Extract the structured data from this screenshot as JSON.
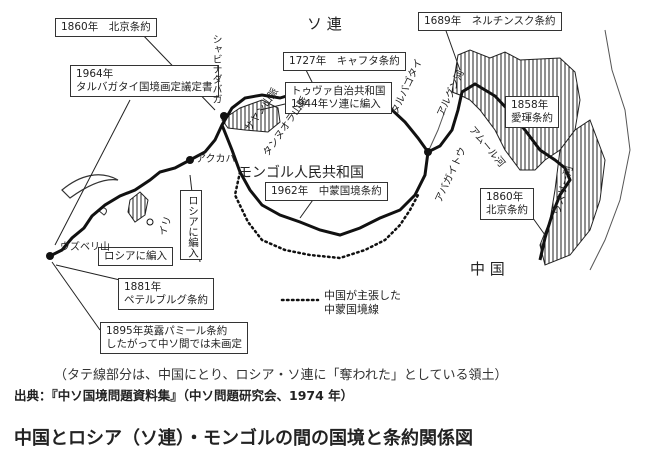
{
  "countries": {
    "soviet": "ソ 連",
    "mongolia": "モンゴル人民共和国",
    "china": "中 国"
  },
  "treaties": {
    "beijing_1860_top": "1860年　北京条約",
    "tarbagatai_1864_line1": "1964年",
    "tarbagatai_1864_line2": "タルバガタイ国境画定議定書",
    "kyakhta_1727": "1727年　キャフタ条約",
    "tuva_line1": "トゥヴァ自治共和国",
    "tuva_line2": "1944年ソ連に編入",
    "nerchinsk_1689": "1689年　ネルチンスク条約",
    "aigun_1858_line1": "1858年",
    "aigun_1858_line2": "愛琿条約",
    "beijing_1860_right_line1": "1860年",
    "beijing_1860_right_line2": "北京条約",
    "sino_mongol_1962": "1962年　中蒙国境条約",
    "russia_incorporated_vertical": "ロシアに編入",
    "russia_incorporated": "ロシアに編入",
    "petersburg_1881_line1": "1881年",
    "petersburg_1881_line2": "ペテルブルグ条約",
    "pamir_1895_line1": "1895年英露パミール条約",
    "pamir_1895_line2": "したがって中ソ間では未画定"
  },
  "places": {
    "shabin_dabaga": "シャビナダバガ",
    "aklabak": "アクカバ",
    "uzbel": "ウズベリ山",
    "ili": "イリ",
    "sayan": "サヤン山脈",
    "tannu": "タンヌオラ山脈",
    "tarbagatai": "タルバゴタイ",
    "argun": "アルグン河",
    "abagaitu": "アバガイトウ",
    "amur": "アムール河",
    "ussuri": "ウスリー河"
  },
  "legend": {
    "claimed_line1": "中国が主張した",
    "claimed_line2": "中蒙国境線"
  },
  "caption": "（タテ線部分は、中国にとり、ロシア・ソ連に「奪われた」としている領土）",
  "source": "出典：『中ソ国境問題資料集』（中ソ問題研究会、1974 年）",
  "title": "中国とロシア（ソ連）・モンゴルの間の国境と条約関係図"
}
